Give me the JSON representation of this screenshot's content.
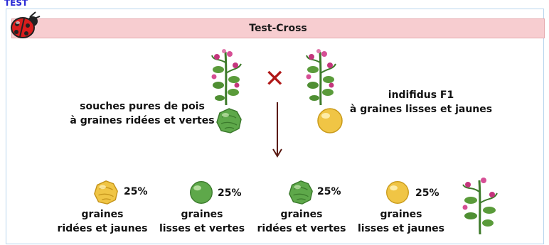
{
  "header": {
    "clipped_text": "TEST"
  },
  "panel": {
    "title": "Test-Cross"
  },
  "parents": {
    "left": {
      "line1": "souches pures de pois",
      "line2": "à graines ridées et vertes"
    },
    "cross_symbol": "✕",
    "right": {
      "line1": "indifidus F1",
      "line2": "à graines lisses et jaunes"
    }
  },
  "offspring": [
    {
      "percent": "25%",
      "line1": "graines",
      "line2": "ridées et jaunes",
      "seed": "wrinkled-yellow"
    },
    {
      "percent": "25%",
      "line1": "graines",
      "line2": "lisses et vertes",
      "seed": "smooth-green"
    },
    {
      "percent": "25%",
      "line1": "graines",
      "line2": "ridées et vertes",
      "seed": "wrinkled-green"
    },
    {
      "percent": "25%",
      "line1": "graines",
      "line2": "lisses et jaunes",
      "seed": "smooth-yellow"
    }
  ],
  "icons": [
    "ladybug-icon",
    "pea-plant-icon",
    "cross-icon",
    "arrow-down-icon",
    "seed-icon"
  ],
  "colors": {
    "title_bar": "#f7cdd0",
    "cross": "#b01818",
    "yellow_seed": "#f0c545",
    "green_seed": "#5ea84a"
  }
}
